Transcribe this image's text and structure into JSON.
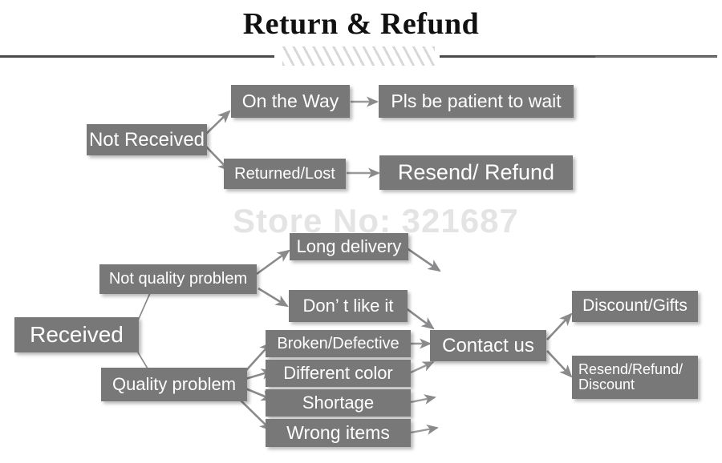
{
  "header": {
    "title": "Return & Refund"
  },
  "watermark": {
    "text": "Store No: 321687"
  },
  "colors": {
    "node_fill": "#787878",
    "node_text": "#ffffff",
    "rule": "#4a4a4d",
    "arrow": "#8a8a8c",
    "watermark": "#e4e4e4",
    "page_background": "#ffffff"
  },
  "flow": {
    "not_received_branch": {
      "root": "Not Received",
      "steps": [
        {
          "cause": "On the Way",
          "outcome": "Pls be patient to wait"
        },
        {
          "cause": "Returned/Lost",
          "outcome": "Resend/ Refund"
        }
      ]
    },
    "received_branch": {
      "root": "Received",
      "categories": [
        {
          "label": "Not quality problem",
          "reasons": [
            "Long delivery",
            "Don’ t like it"
          ]
        },
        {
          "label": "Quality problem",
          "reasons": [
            "Broken/Defective",
            "Different color",
            "Shortage",
            "Wrong items"
          ]
        }
      ],
      "action": "Contact us",
      "outcomes": [
        {
          "line1": "Discount/Gifts",
          "line2": ""
        },
        {
          "line1": "Resend/Refund/",
          "line2": "Discount"
        }
      ]
    }
  },
  "nodes": {
    "not_received": "Not Received",
    "on_the_way": "On the Way",
    "pls_be_patient": "Pls be patient to wait",
    "returned_lost": "Returned/Lost",
    "resend_refund": "Resend/ Refund",
    "received": "Received",
    "not_quality_problem": "Not quality problem",
    "quality_problem": "Quality problem",
    "long_delivery": "Long delivery",
    "dont_like_it": "Don’ t like it",
    "broken_defective": "Broken/Defective",
    "different_color": "Different color",
    "shortage": "Shortage",
    "wrong_items": "Wrong items",
    "contact_us": "Contact us",
    "discount_gifts": "Discount/Gifts",
    "resend_refund_discount_l1": "Resend/Refund/",
    "resend_refund_discount_l2": "Discount"
  }
}
